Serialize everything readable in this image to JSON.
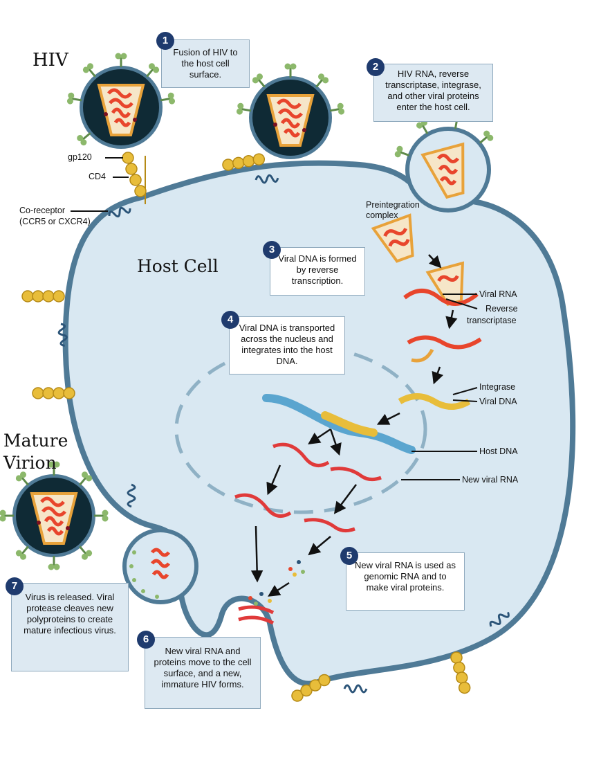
{
  "titles": {
    "hiv": "HIV",
    "host_cell": "Host Cell",
    "mature_line1": "Mature",
    "mature_line2": "Virion"
  },
  "steps": [
    {
      "number": "1",
      "text": "Fusion of HIV to the host cell surface."
    },
    {
      "number": "2",
      "text": "HIV RNA, reverse transcriptase, integrase, and other viral proteins enter the host cell."
    },
    {
      "number": "3",
      "text": "Viral DNA is formed by reverse transcription."
    },
    {
      "number": "4",
      "text": "Viral DNA is transported across the nucleus and integrates into the host DNA."
    },
    {
      "number": "5",
      "text": "New viral RNA is used as genomic RNA and to make viral proteins."
    },
    {
      "number": "6",
      "text": "New viral RNA and proteins move to the cell surface, and a new, immature HIV forms."
    },
    {
      "number": "7",
      "text": "Virus is released. Viral protease cleaves new polyproteins to create mature infectious virus."
    }
  ],
  "labels": {
    "gp120": "gp120",
    "cd4": "CD4",
    "coreceptor_line1": "Co-receptor",
    "coreceptor_line2": "(CCR5 or CXCR4)",
    "preintegration_line1": "Preintegration",
    "preintegration_line2": "complex",
    "viral_rna": "Viral RNA",
    "reverse_line1": "Reverse",
    "reverse_line2": "transcriptase",
    "integrase": "Integrase",
    "viral_dna": "Viral DNA",
    "host_dna": "Host DNA",
    "new_viral_rna": "New viral RNA"
  },
  "colors": {
    "cell_fill": "#d9e8f2",
    "membrane": "#4f7a96",
    "virus_dark": "#0f2a35",
    "capsid": "#f6e6c8",
    "rna": "#e8452c",
    "cd4": "#e8bd3a",
    "step_badge": "#1f3b6e",
    "box_fill": "#dde9f2"
  }
}
